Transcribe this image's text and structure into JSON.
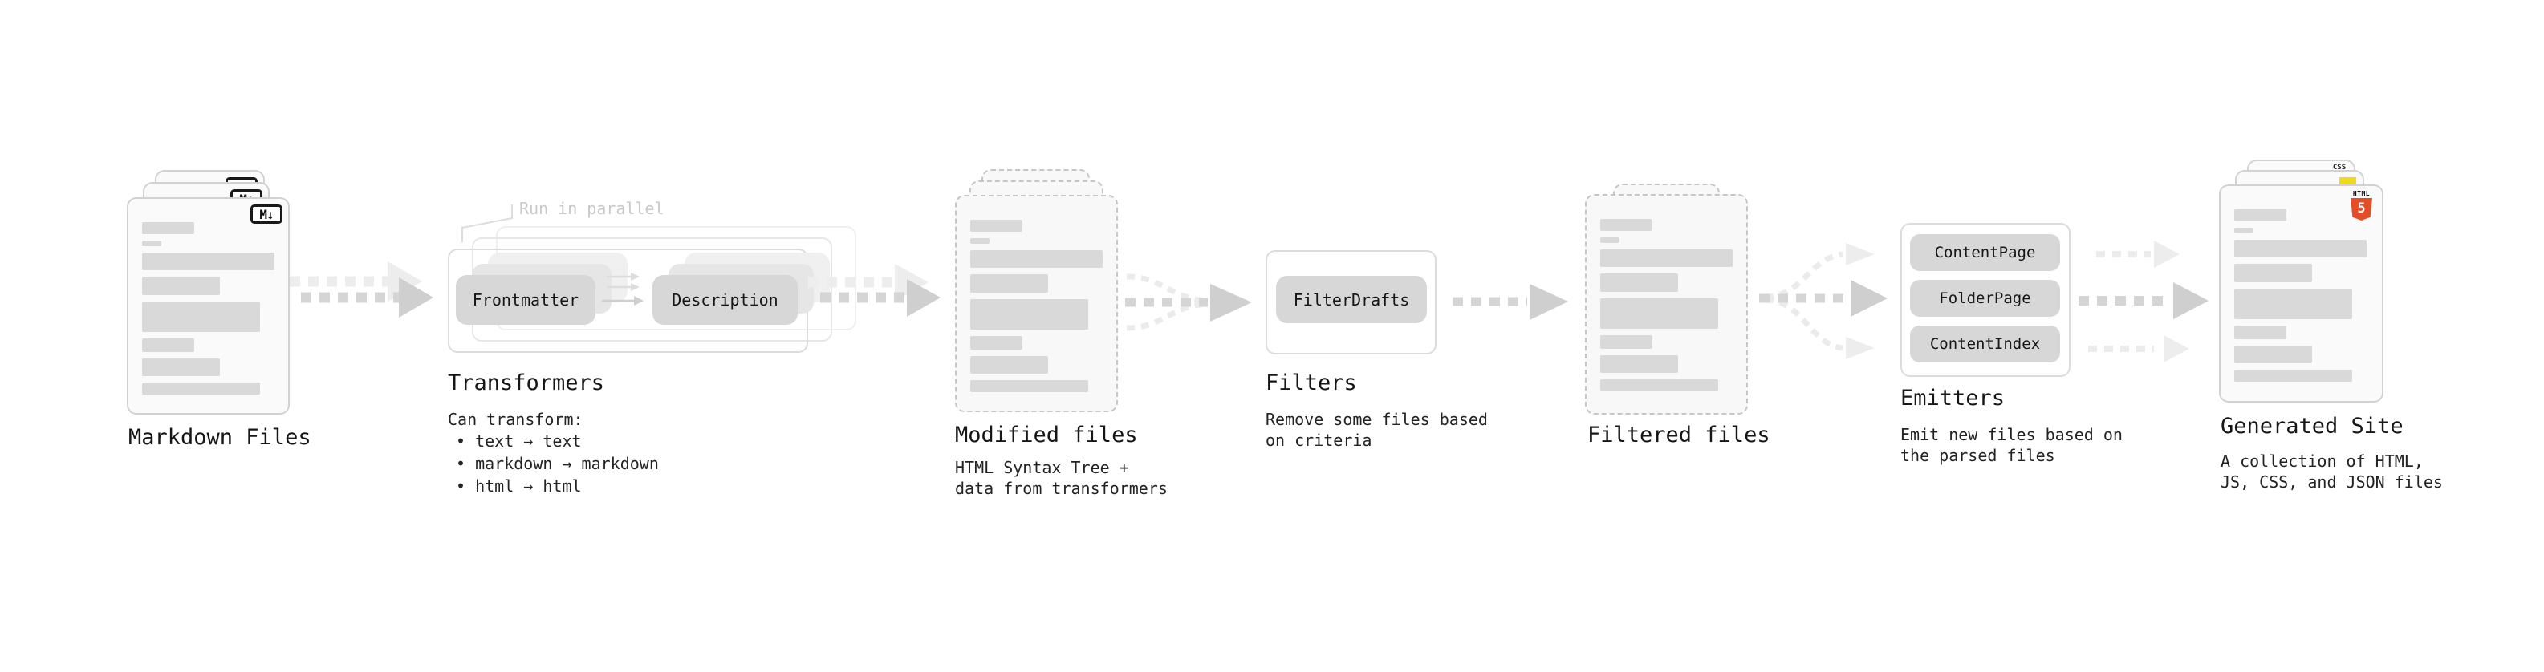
{
  "stages": {
    "markdown": {
      "label": "Markdown Files"
    },
    "transformers": {
      "annotation": "Run in parallel",
      "node_a": "Frontmatter",
      "node_b": "Description",
      "label": "Transformers",
      "sub_title": "Can transform:",
      "bullet1": "• text → text",
      "bullet2": "• markdown → markdown",
      "bullet3": "• html → html"
    },
    "modified": {
      "label": "Modified files",
      "sub1": "HTML Syntax Tree +",
      "sub2": "data from transformers"
    },
    "filters": {
      "label": "Filters",
      "node": "FilterDrafts",
      "sub1": "Remove some files based",
      "sub2": "on criteria"
    },
    "filtered": {
      "label": "Filtered files"
    },
    "emitters": {
      "label": "Emitters",
      "node1": "ContentPage",
      "node2": "FolderPage",
      "node3": "ContentIndex",
      "sub1": "Emit new files based on",
      "sub2": "the parsed files"
    },
    "generated": {
      "label": "Generated Site",
      "sub1": "A collection of HTML,",
      "sub2": "JS, CSS, and JSON files"
    }
  },
  "icons": {
    "markdown_badge": "M↓",
    "css_badge": "CSS",
    "html_badge_label": "HTML",
    "html5_digit": "5"
  },
  "colors": {
    "html5_orange": "#e44d26",
    "js_yellow": "#f0d91d",
    "css_blue": "#2962f1",
    "skeleton_bar": "#d9d9d9",
    "arrow_gray": "#d5d5d5",
    "arrow_ghost": "#ededed",
    "annotation_gray": "#c9c9c9"
  }
}
